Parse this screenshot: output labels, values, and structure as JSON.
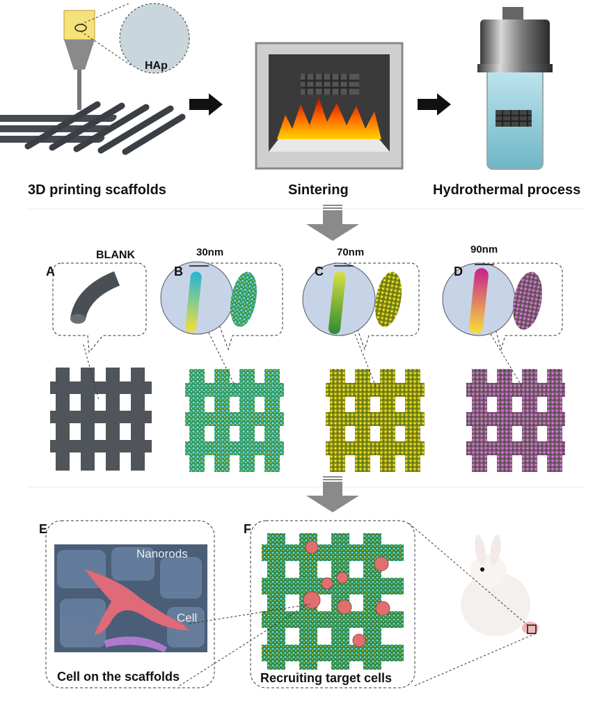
{
  "top": {
    "steps": [
      "3D printing scaffolds",
      "Sintering",
      "Hydrothermal process"
    ],
    "hap_label": "HAp"
  },
  "panels": {
    "a": {
      "letter": "A",
      "title": "BLANK"
    },
    "b": {
      "letter": "B",
      "size": "30nm"
    },
    "c": {
      "letter": "C",
      "size": "70nm"
    },
    "d": {
      "letter": "D",
      "size": "90nm"
    }
  },
  "bottom": {
    "e": {
      "letter": "E",
      "nanorods": "Nanorods",
      "cell": "Cell",
      "caption": "Cell on the scaffolds"
    },
    "f": {
      "letter": "F",
      "caption": "Recruiting target cells"
    }
  },
  "colors": {
    "blank": "#555a60",
    "b_rod": "#2ab8c8",
    "c_rod": "#3aa040",
    "d_rod": "#d0309a",
    "arrow": "#8a8a8a",
    "cell": "#d96a6a"
  }
}
